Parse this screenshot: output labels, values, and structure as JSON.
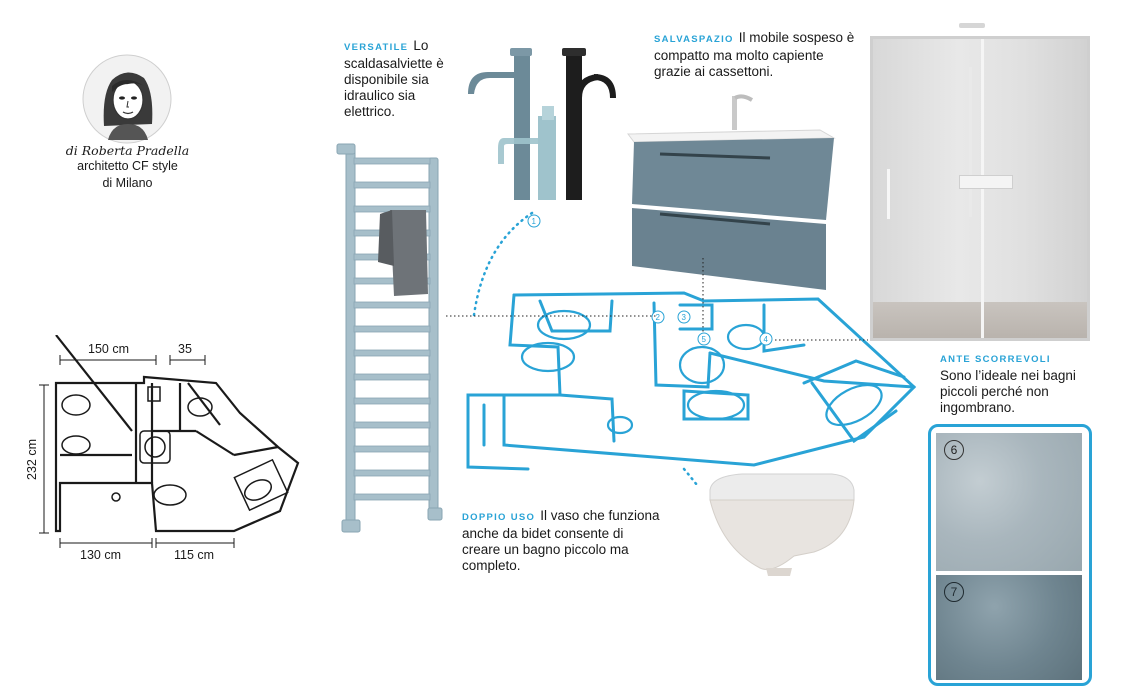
{
  "author": {
    "name": "di Roberta Pradella",
    "role": "architetto CF style",
    "city": "di Milano"
  },
  "plan_dimensions": {
    "top_width": "150 cm",
    "top_small": "35",
    "height": "232 cm",
    "bottom_left": "130 cm",
    "bottom_right": "115 cm"
  },
  "captions": {
    "versatile": {
      "tag": "VERSATILE",
      "text": "Lo scaldasalviette è disponibile sia idraulico sia elettrico."
    },
    "salvaspazio": {
      "tag": "SALVASPAZIO",
      "text": "Il mobile sospeso è compatto ma molto capiente grazie ai cassettoni."
    },
    "ante": {
      "tag": "ANTE SCORREVOLI",
      "text": "Sono l’ideale nei bagni piccoli perché non ingombrano."
    },
    "doppio": {
      "tag": "DOPPIO USO",
      "text": "Il vaso che funziona anche da bidet consente di creare un bagno piccolo ma completo."
    }
  },
  "markers": [
    "1",
    "2",
    "3",
    "4",
    "5"
  ],
  "swatches": [
    {
      "number": "6",
      "color": "#a9b6bd"
    },
    {
      "number": "7",
      "color": "#6f8590"
    }
  ],
  "colors": {
    "accent": "#29a3d6",
    "radiator": "#a7bfca",
    "cabinet": "#6f8896",
    "tap_blue": "#6c8a98",
    "tap_light": "#9fc3cc",
    "tap_black": "#1d1d1d"
  }
}
